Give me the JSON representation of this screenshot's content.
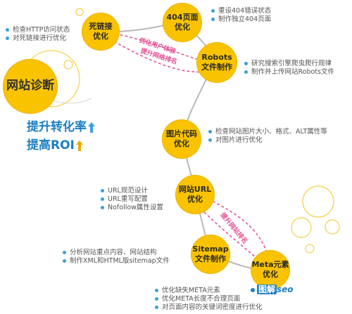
{
  "main": {
    "label": "网站诊断"
  },
  "slogans": {
    "line1": "提升转化率",
    "line2": "提高ROI"
  },
  "nodes": {
    "dead_links": {
      "l1": "死链接",
      "l2": "优化"
    },
    "page404": {
      "l1": "404页面",
      "l2": "优化"
    },
    "robots": {
      "l1": "Robots",
      "l2": "文件制作"
    },
    "image_code": {
      "l1": "图片代码",
      "l2": "优化"
    },
    "url": {
      "l1": "网站URL",
      "l2": "优化"
    },
    "sitemap": {
      "l1": "Sitemap",
      "l2": "文件制作"
    },
    "meta": {
      "l1": "Meta元素",
      "l2": "优化"
    }
  },
  "bullets": {
    "dead_links": [
      "检查HTTP访问状态",
      "对死链接进行优化"
    ],
    "page404": [
      "重设404错误状态",
      "制作独立404页面"
    ],
    "robots": [
      "研究搜索引擎爬虫爬行规律",
      "制作并上传网站Robots文件"
    ],
    "image_code": [
      "检查网站图片大小、格式、ALT属性等",
      "对图片进行优化"
    ],
    "url": [
      "URL规范设计",
      "URL重写配置",
      "Nofollow属性设置"
    ],
    "sitemap": [
      "分析网站重点内容、网站结构",
      "制作XML和HTML版sitemap文件"
    ],
    "meta": [
      "优化缺失META元素",
      "优化META长度不合理页面",
      "对页面内容的关键词密度进行优化"
    ]
  },
  "pink_labels": {
    "a": "优化用户体验",
    "b": "提升网络排名",
    "c": "提升网站排名"
  },
  "logo": {
    "text1": "图解",
    "text2": "seo"
  },
  "colors": {
    "node": "#f9c300",
    "accent_blue": "#1d7fc4",
    "bullet": "#3aa0d8",
    "pink": "#e44d93"
  }
}
